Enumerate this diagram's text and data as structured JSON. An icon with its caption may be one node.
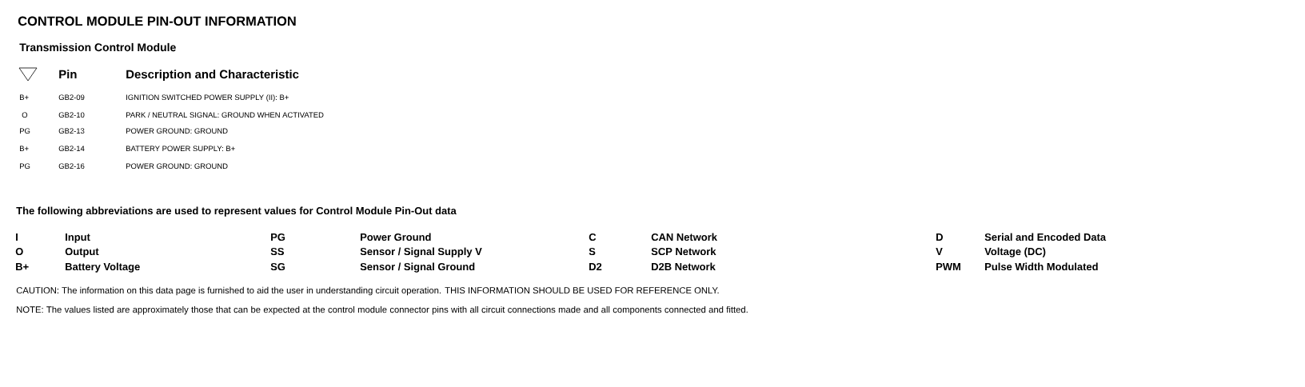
{
  "diagram": {
    "title": "CONTROL MODULE PIN-OUT INFORMATION",
    "labels": [
      "Transmission Control Module",
      "Pin",
      "Description and Characteristic",
      "B+",
      "GB2-09",
      "IGNITION SWITCHED POWER SUPPLY (II):   B+",
      "O",
      "GB2-10",
      "PARK / NEUTRAL SIGNAL:   GROUND WHEN ACTIVATED",
      "PG",
      "GB2-13",
      "POWER GROUND:   GROUND",
      "B+",
      "GB2-14",
      "BATTERY POWER SUPPLY:   B+",
      "PG",
      "GB2-16",
      "POWER GROUND:   GROUND",
      "The following abbreviations are used to represent values for Control Module Pin-Out data",
      "I",
      "Input",
      "PG",
      "Power Ground",
      "C",
      "CAN Network",
      "D",
      "Serial and Encoded Data",
      "O",
      "Output",
      "SS",
      "Sensor / Signal Supply V",
      "S",
      "SCP Network",
      "V",
      "Voltage (DC)",
      "B+",
      "Battery Voltage",
      "SG",
      "Sensor / Signal Ground",
      "D2",
      "D2B Network",
      "PWM",
      "Pulse Width Modulated",
      "CAUTION: The information on this data page is furnished to aid the user in understanding circuit operation. THIS INFORMATION SHOULD BE USED FOR REFERENCE ONLY.",
      "NOTE: The values listed are approximately those that can be expected at the control module connector pins with all circuit connections made and all components connected and fitted."
    ]
  }
}
